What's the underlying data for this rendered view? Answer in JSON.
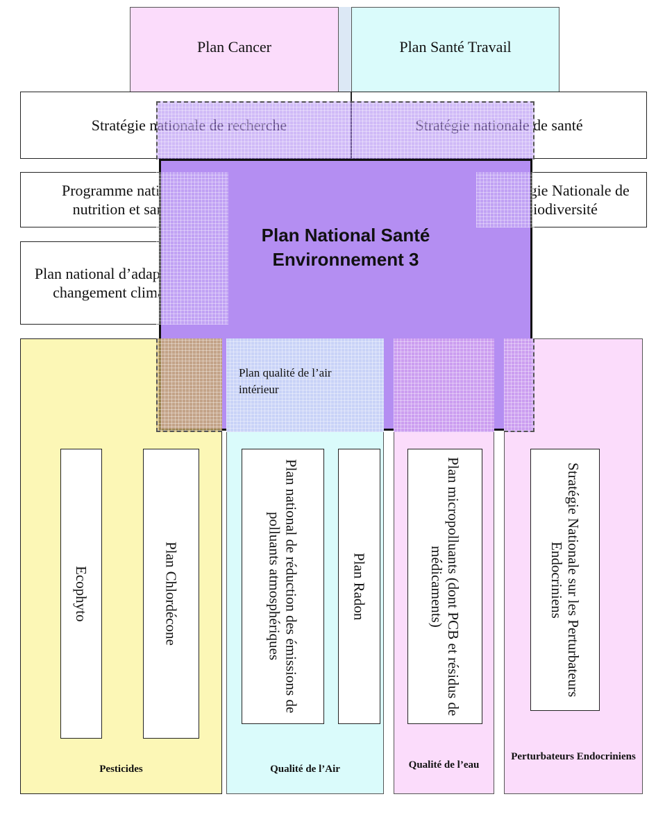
{
  "top_plans": {
    "cancer": "Plan Cancer",
    "sante_travail": "Plan Santé Travail"
  },
  "strategies": {
    "recherche": "Stratégie nationale de recherche",
    "sante": "Stratégie nationale de santé"
  },
  "side_plans": {
    "nutrition": "Programme national nutrition et santé",
    "biodiversite": "Stratégie Nationale de biodiversité",
    "climat": "Plan national d’adaptation au changement climatique"
  },
  "center": {
    "title_line1": "Plan National Santé",
    "title_line2": "Environnement 3"
  },
  "air_interieur": "Plan qualité de l’air intérieur",
  "categories": {
    "pesticides": {
      "label": "Pesticides",
      "plans": [
        "Ecophyto",
        "Plan Chlordécone"
      ]
    },
    "air": {
      "label": "Qualité de l’Air",
      "plans": [
        "Plan national de réduction des émissions de polluants atmosphériques",
        "Plan Radon"
      ]
    },
    "eau": {
      "label": "Qualité de l’eau",
      "plans": [
        "Plan micropolluants (dont PCB et résidus de médicaments)"
      ]
    },
    "perturbateurs": {
      "label": "Perturbateurs Endocriniens",
      "plans": [
        "Stratégie Nationale sur les Perturbateurs Endocriniens"
      ]
    }
  },
  "colors": {
    "pink": "#fbdcfb",
    "cyan": "#dafbfb",
    "yellow": "#fcf7b6",
    "violet": "#b48ef2",
    "blue_light": "#d6e6fa"
  }
}
